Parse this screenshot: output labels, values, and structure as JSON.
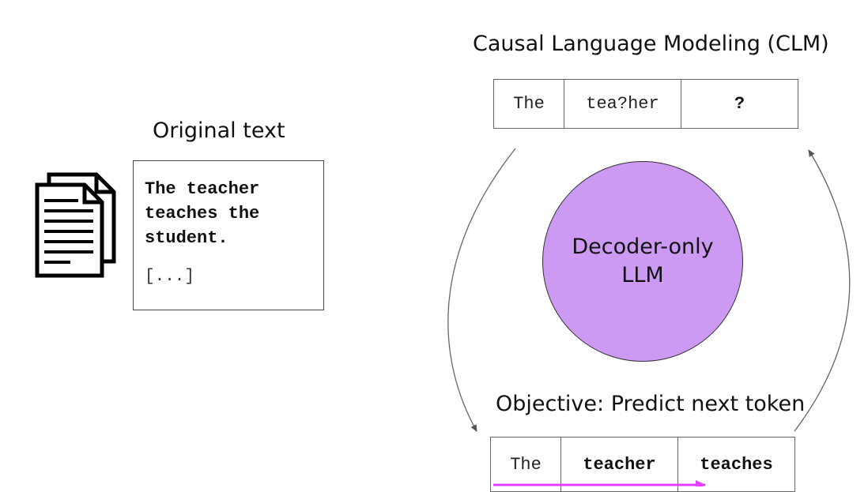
{
  "original": {
    "title": "Original text",
    "lines": [
      "The teacher",
      "teaches the",
      "student."
    ],
    "ellipsis": "[...]"
  },
  "clm": {
    "title": "Causal Language Modeling (CLM)",
    "tokens": [
      "The",
      "tea?her",
      "?"
    ]
  },
  "model": {
    "line1": "Decoder-only",
    "line2": "LLM"
  },
  "objective": {
    "title": "Objective: Predict next token",
    "tokens": [
      "The",
      "teacher",
      "teaches"
    ]
  },
  "colors": {
    "circle_fill": "#cc99f3",
    "accent_arrow": "#e040fb"
  }
}
